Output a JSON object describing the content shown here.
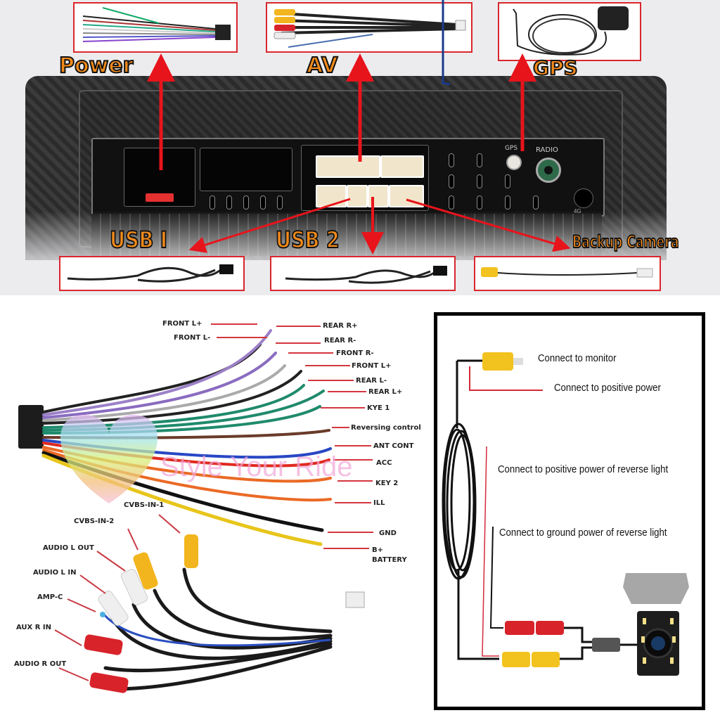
{
  "top_panel": {
    "callouts": {
      "power": "Power",
      "av": "AV",
      "gps": "GPS",
      "usb1": "USB I",
      "usb2": "USB 2",
      "backup_camera": "Backup Camera"
    },
    "unit_labels": {
      "gps_port": "GPS",
      "radio_port": "RADIO",
      "port_4g": "4G"
    }
  },
  "power_harness": {
    "left_labels": [
      "FRONT L+",
      "FRONT L-"
    ],
    "right_labels": [
      "REAR R+",
      "REAR R-",
      "FRONT R-",
      "FRONT L+",
      "REAR L-",
      "REAR L+",
      "KYE 1",
      "Reversing control",
      "ANT CONT",
      "ACC",
      "KEY 2",
      "ILL",
      "GND",
      "B+\nBATTERY"
    ],
    "watermark": "Style Your Ride"
  },
  "av_harness": {
    "labels": [
      "CVBS-IN-1",
      "CVBS-IN-2",
      "AUDIO L OUT",
      "AUDIO L IN",
      "AMP-C",
      "AUX R IN",
      "AUDIO R OUT"
    ]
  },
  "camera_diagram": {
    "labels": [
      "Connect to monitor",
      "Connect to  positive power",
      "Connect to positive power of reverse light",
      "Connect to ground power of reverse light"
    ]
  },
  "colors": {
    "accent_orange": "#f28a1b",
    "arrow_red": "#e8141b",
    "box_border_red": "#d9262c",
    "label_line_red": "#d4363f"
  }
}
